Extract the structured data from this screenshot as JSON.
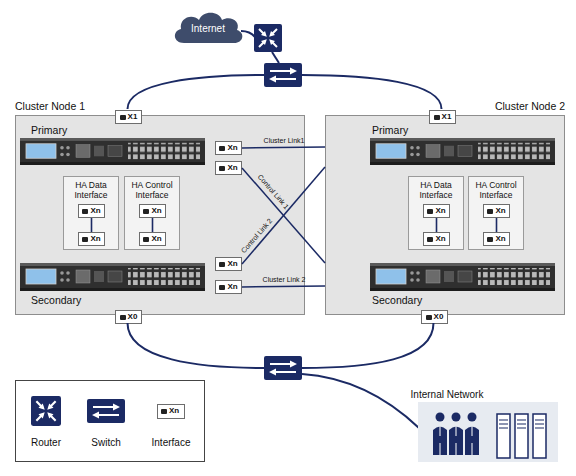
{
  "diagram": {
    "nodes": [
      {
        "text": [
          "Internet"
        ]
      },
      {
        "text": [
          "Cluster Node 1",
          "Primary",
          "Secondary"
        ]
      },
      {
        "text": [
          "X1"
        ],
        "in": 1
      },
      {
        "text": [
          "Xn"
        ],
        "in": 1
      },
      {
        "text": [
          "Xn"
        ],
        "in": 1
      },
      {
        "text": [
          "HA Data Interface"
        ],
        "in": 1
      },
      {
        "text": [
          "Xn"
        ],
        "in": 5
      },
      {
        "text": [
          "Xn"
        ],
        "in": 5
      },
      {
        "text": [
          "HA Control Interface"
        ],
        "in": 1
      },
      {
        "text": [
          "Xn"
        ],
        "in": 8
      },
      {
        "text": [
          "Xn"
        ],
        "in": 8
      },
      {
        "text": [
          "Xn"
        ],
        "in": 1
      },
      {
        "text": [
          "Xn"
        ],
        "in": 1
      },
      {
        "text": [
          "X0"
        ],
        "in": 1
      },
      {
        "text": [
          "Cluster Node 2",
          "Primary",
          "Secondary"
        ]
      },
      {
        "text": [
          "X1"
        ],
        "in": 14
      },
      {
        "text": [
          "HA Data Interface"
        ],
        "in": 14
      },
      {
        "text": [
          "Xn"
        ],
        "in": 16
      },
      {
        "text": [
          "Xn"
        ],
        "in": 16
      },
      {
        "text": [
          "HA Control Interface"
        ],
        "in": 14
      },
      {
        "text": [
          "Xn"
        ],
        "in": 19
      },
      {
        "text": [
          "Xn"
        ],
        "in": 19
      },
      {
        "text": [
          "X0"
        ],
        "in": 14
      }
    ],
    "edges": [
      {
        "from": 3,
        "to": 14,
        "arrow": "none",
        "label": "Cluster Link1"
      },
      {
        "from": 4,
        "to": 14,
        "arrow": "none",
        "label": "Control Link 1"
      },
      {
        "from": 11,
        "to": 14,
        "arrow": "none",
        "label": "Control Link 2"
      },
      {
        "from": 12,
        "to": 14,
        "arrow": "none",
        "label": "Cluster Link 2"
      },
      {
        "from": 6,
        "to": 7,
        "arrow": "none"
      },
      {
        "from": 9,
        "to": 10,
        "arrow": "none"
      },
      {
        "from": 17,
        "to": 18,
        "arrow": "none"
      },
      {
        "from": 20,
        "to": 21,
        "arrow": "none"
      }
    ],
    "labels": [
      "Internal Network",
      "Xn"
    ],
    "legend": [
      {
        "text": "Router"
      },
      {
        "text": "Switch"
      },
      {
        "text": "Interface"
      }
    ]
  }
}
